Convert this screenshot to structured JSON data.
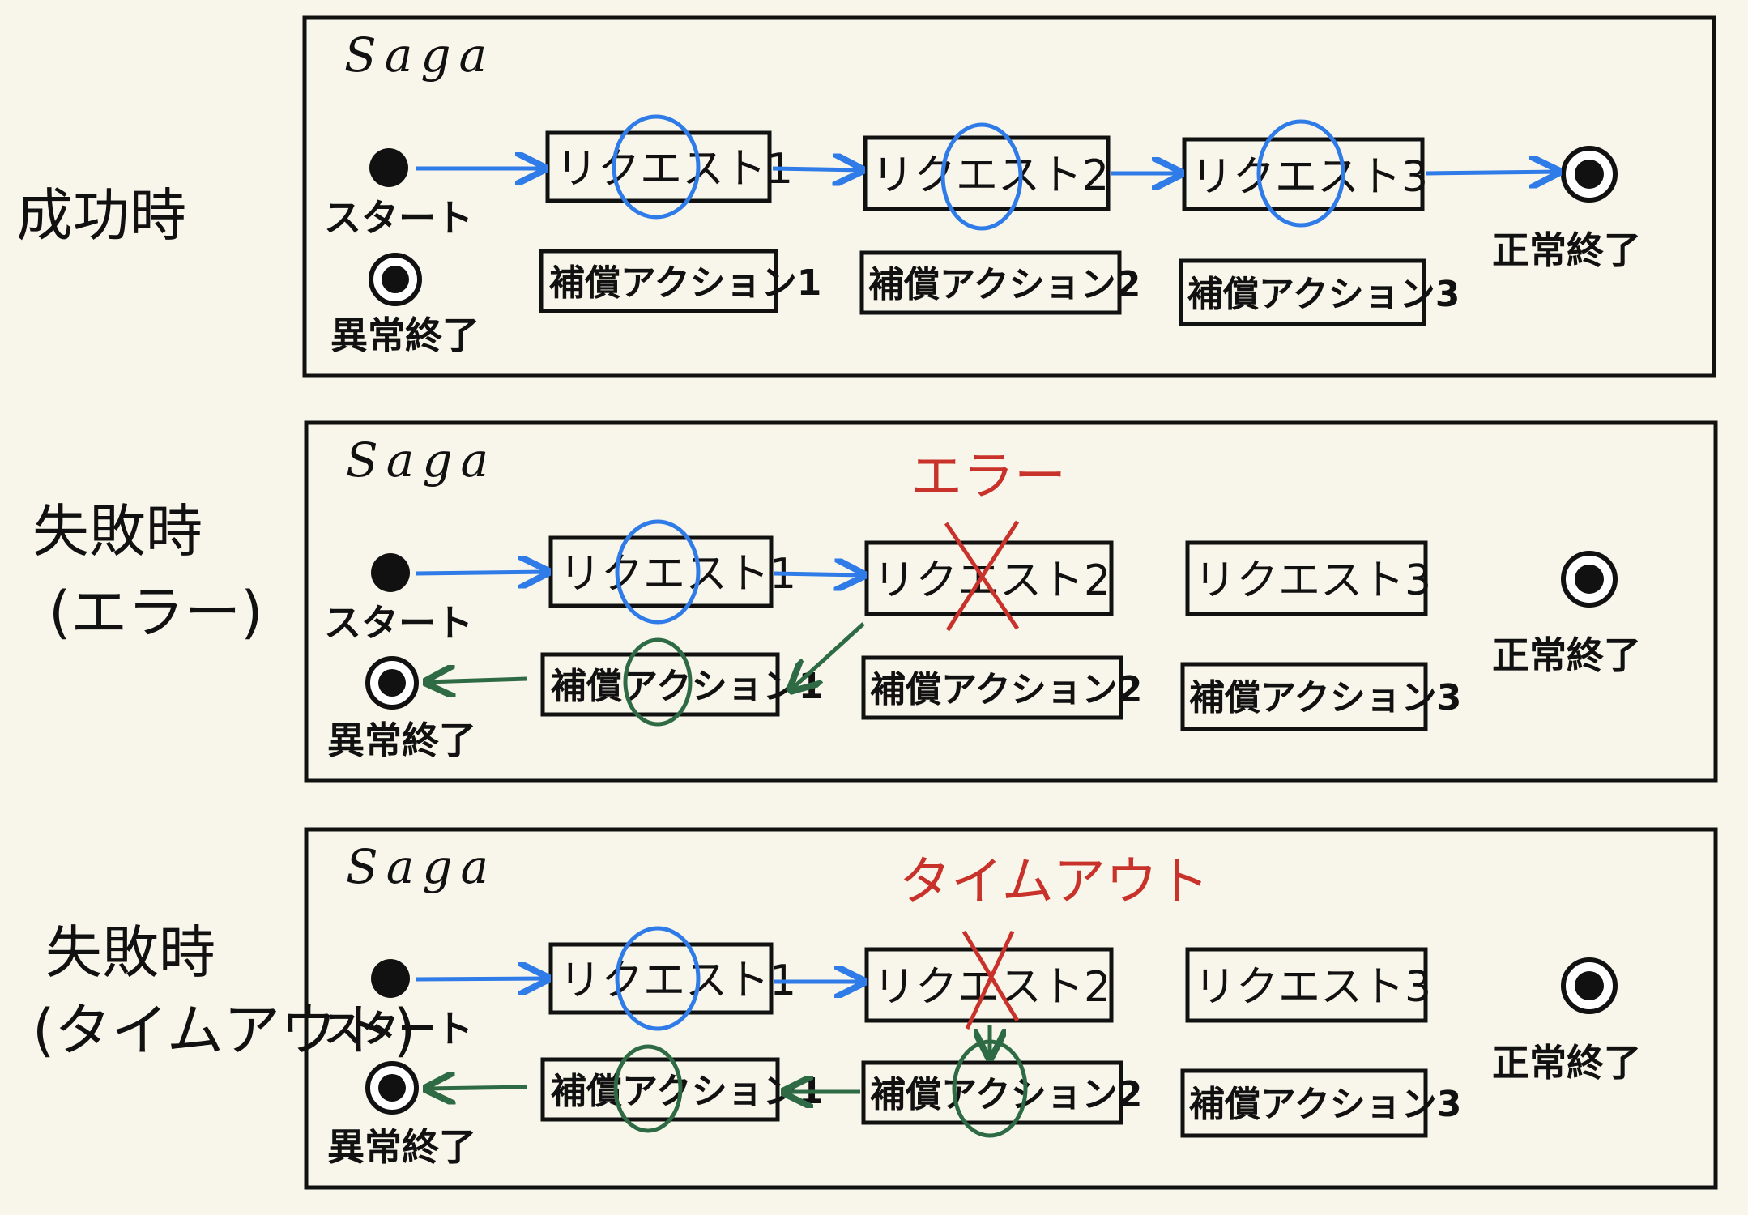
{
  "colors": {
    "background": "#f8f6ea",
    "ink": "#111111",
    "success_flow": "#2f7be8",
    "compensation_flow": "#2e6b45",
    "error": "#c8322a"
  },
  "scenarios": [
    {
      "label_lines": [
        "成功時"
      ],
      "saga": "Saga",
      "requests": [
        "リクエスト1",
        "リクエスト2",
        "リクエスト3"
      ],
      "compensations": [
        "補償アクション1",
        "補償アクション2",
        "補償アクション3"
      ],
      "start": "スタート",
      "abnormal_end": "異常終了",
      "normal_end": "正常終了",
      "failure_note": ""
    },
    {
      "label_lines": [
        "失敗時",
        "(エラー)"
      ],
      "saga": "Saga",
      "requests": [
        "リクエスト1",
        "リクエスト2",
        "リクエスト3"
      ],
      "compensations": [
        "補償アクション1",
        "補償アクション2",
        "補償アクション3"
      ],
      "start": "スタート",
      "abnormal_end": "異常終了",
      "normal_end": "正常終了",
      "failure_note": "エラー"
    },
    {
      "label_lines": [
        "失敗時",
        "(タイムアウト)"
      ],
      "saga": "Saga",
      "requests": [
        "リクエスト1",
        "リクエスト2",
        "リクエスト3"
      ],
      "compensations": [
        "補償アクション1",
        "補償アクション2",
        "補償アクション3"
      ],
      "start": "スタート",
      "abnormal_end": "異常終了",
      "normal_end": "正常終了",
      "failure_note": "タイムアウト"
    }
  ]
}
